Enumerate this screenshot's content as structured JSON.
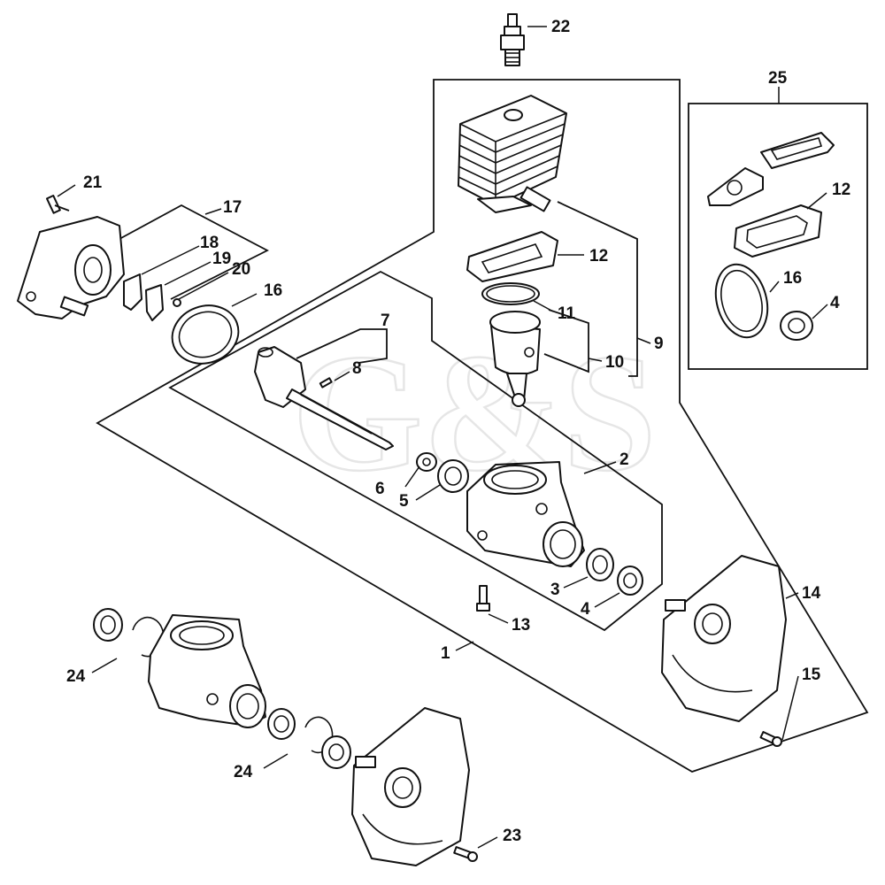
{
  "watermark": "G&S",
  "callouts": {
    "c1": "1",
    "c2": "2",
    "c3": "3",
    "c4a": "4",
    "c4b": "4",
    "c5": "5",
    "c6": "6",
    "c7": "7",
    "c8": "8",
    "c9": "9",
    "c10": "10",
    "c11": "11",
    "c12a": "12",
    "c12b": "12",
    "c13": "13",
    "c14": "14",
    "c15": "15",
    "c16a": "16",
    "c16b": "16",
    "c17": "17",
    "c18": "18",
    "c19": "19",
    "c20": "20",
    "c21": "21",
    "c22": "22",
    "c23": "23",
    "c24a": "24",
    "c24b": "24",
    "c25": "25"
  }
}
